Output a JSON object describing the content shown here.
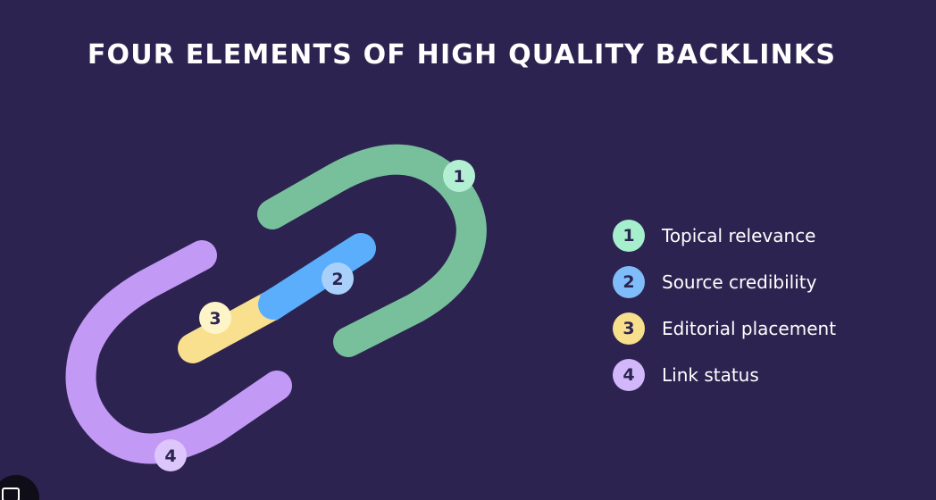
{
  "title": "FOUR ELEMENTS OF HIGH QUALITY BACKLINKS",
  "colors": {
    "background": "#2c2350",
    "green": "#78c09b",
    "blue": "#5aaefc",
    "yellow": "#f8e08e",
    "purple": "#c399f6",
    "badge_green": "#b3f0d3",
    "badge_blue": "#a9d0fb",
    "badge_yellow": "#fdf4c8",
    "badge_purple": "#dcc6fb",
    "legend_green": "#a6efcc",
    "legend_blue": "#7fbdfa",
    "legend_yellow": "#f8df8c",
    "legend_purple": "#d2b7fa"
  },
  "diagram": {
    "badges": [
      "1",
      "2",
      "3",
      "4"
    ]
  },
  "legend": [
    {
      "number": "1",
      "label": "Topical relevance",
      "color": "#a6efcc",
      "icon": "number-1-badge"
    },
    {
      "number": "2",
      "label": "Source credibility",
      "color": "#7fbdfa",
      "icon": "number-2-badge"
    },
    {
      "number": "3",
      "label": "Editorial placement",
      "color": "#f8df8c",
      "icon": "number-3-badge"
    },
    {
      "number": "4",
      "label": "Link status",
      "color": "#d2b7fa",
      "icon": "number-4-badge"
    }
  ]
}
